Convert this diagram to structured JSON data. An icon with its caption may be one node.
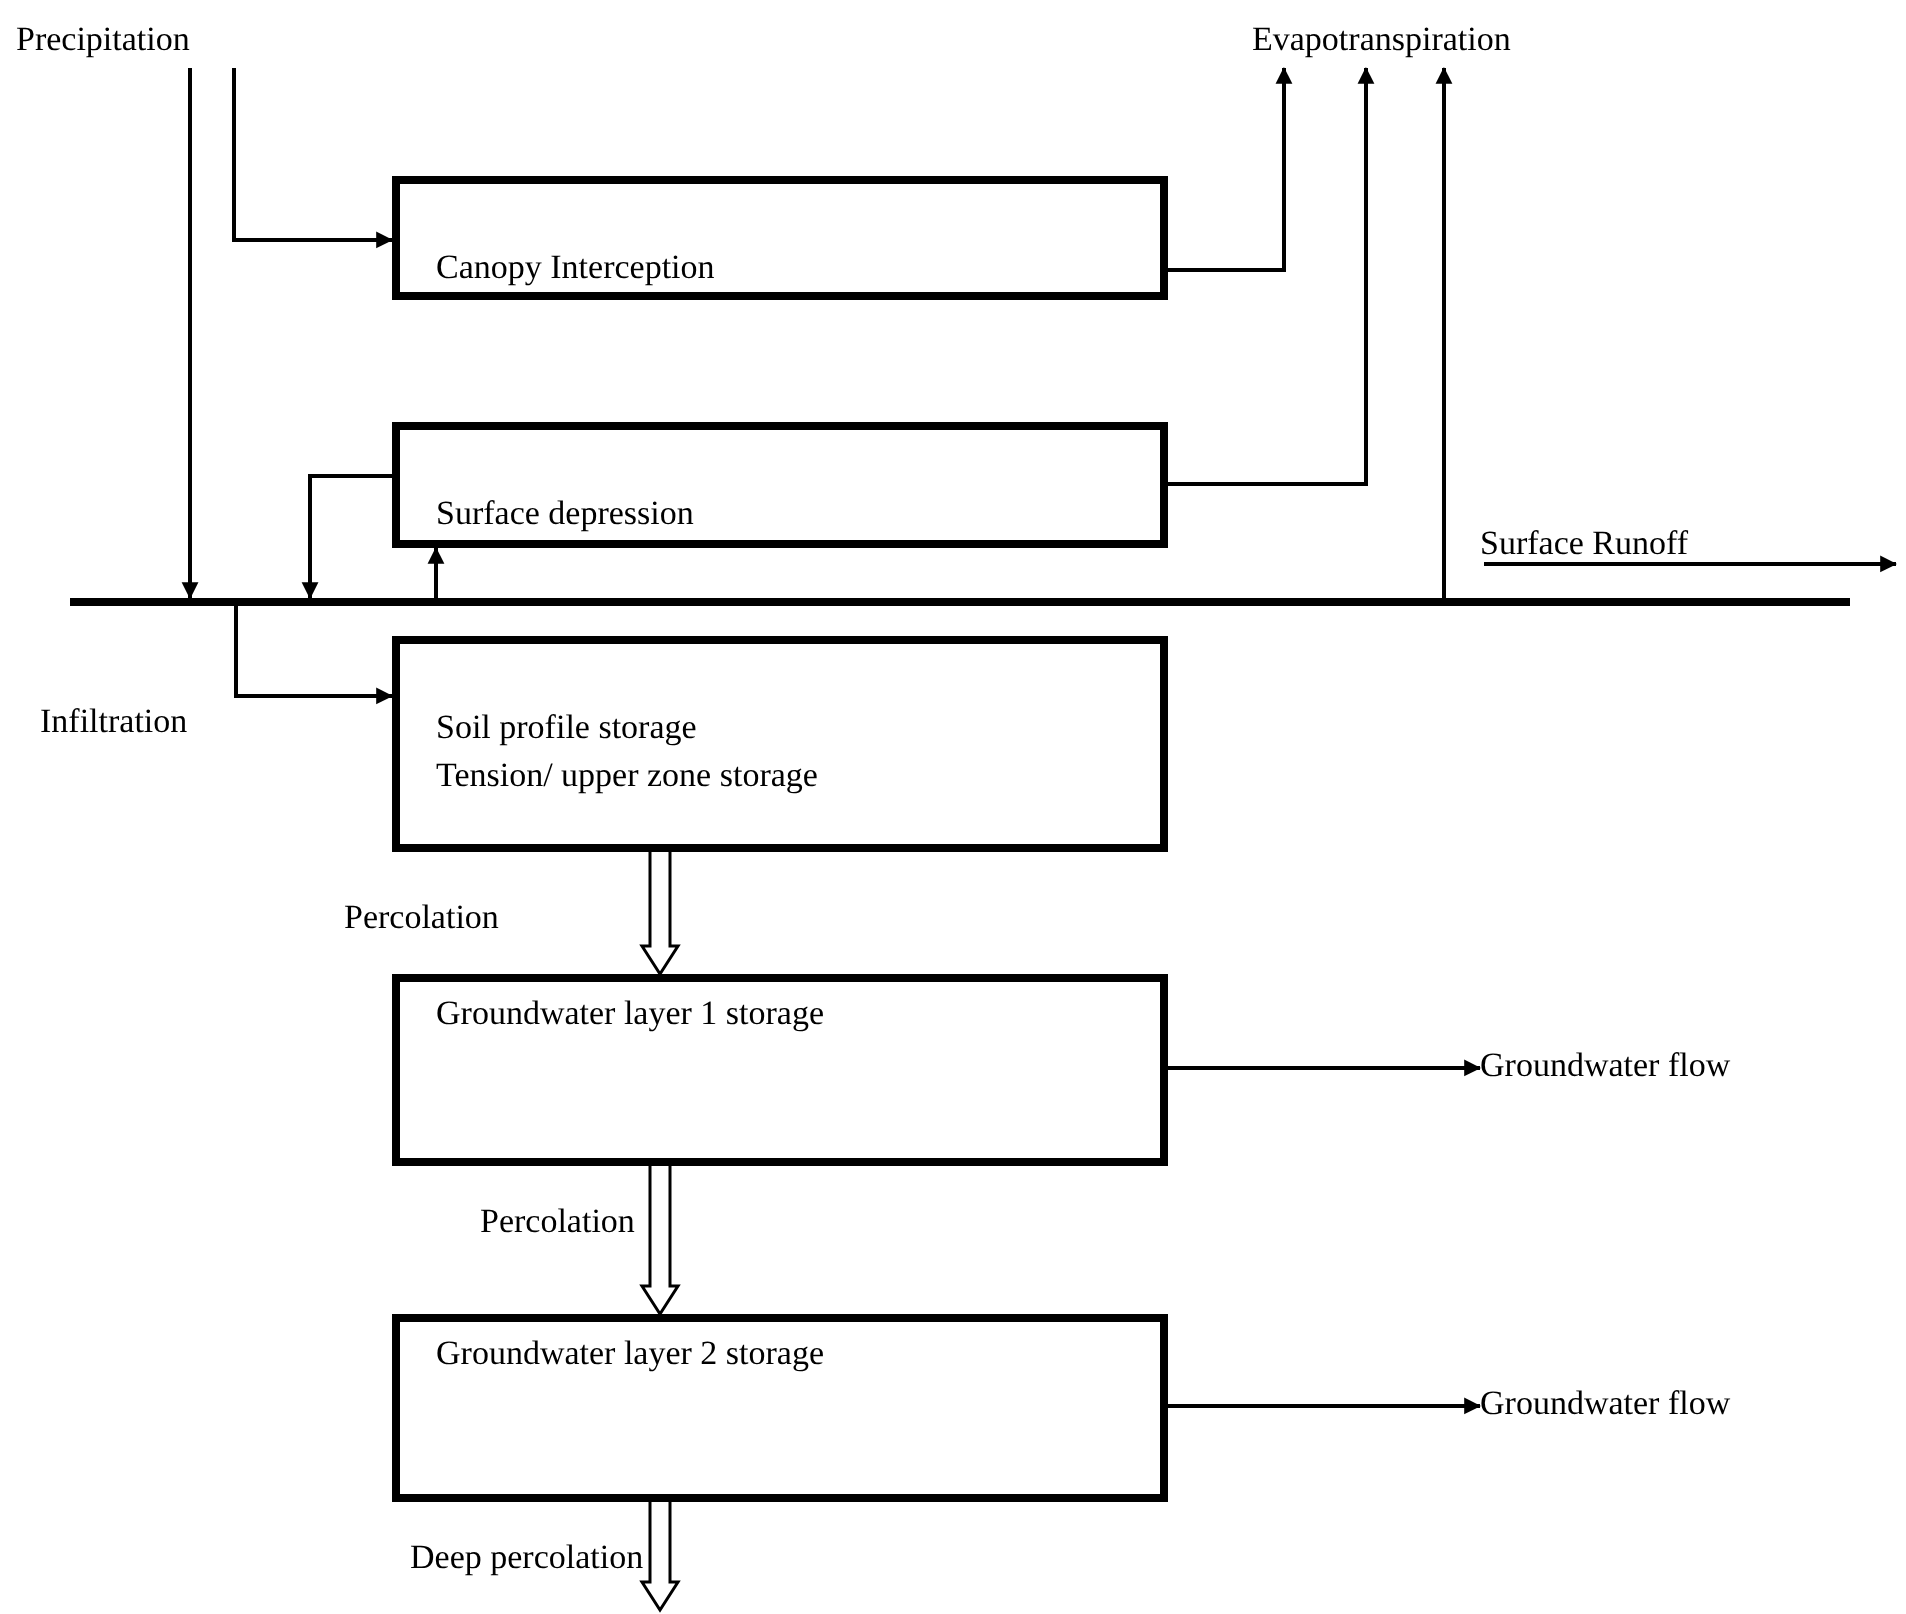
{
  "diagram": {
    "nodes": [
      {
        "text": [
          "Precipitation"
        ]
      },
      {
        "text": [
          "Evapotranspiration"
        ]
      },
      {
        "text": [
          "Canopy Interception"
        ]
      },
      {
        "text": [
          "Surface depression"
        ]
      },
      {
        "text": [
          "Soil profile storage",
          "Tension/ upper zone storage"
        ]
      },
      {
        "text": [
          "Groundwater layer 1 storage"
        ]
      },
      {
        "text": [
          "Groundwater layer 2 storage"
        ]
      },
      {
        "text": [
          "Groundwater flow"
        ]
      },
      {
        "text": [
          "Groundwater flow"
        ]
      },
      {
        "text": [
          "Surface Runoff"
        ]
      },
      {
        "text": [],
        "shape": "bar"
      }
    ],
    "edges": [
      {
        "from": 0,
        "to": 10,
        "arrow": "to"
      },
      {
        "from": 0,
        "to": 2,
        "arrow": "to"
      },
      {
        "from": 3,
        "to": 10,
        "arrow": "to"
      },
      {
        "from": 10,
        "to": 3,
        "arrow": "to"
      },
      {
        "from": 2,
        "to": 1,
        "arrow": "to"
      },
      {
        "from": 3,
        "to": 1,
        "arrow": "to"
      },
      {
        "from": 10,
        "to": 1,
        "arrow": "to"
      },
      {
        "from": 10,
        "to": 4,
        "arrow": "to",
        "label": "Infiltration"
      },
      {
        "from": 9,
        "to": null,
        "arrow": "to"
      },
      {
        "from": 4,
        "to": 5,
        "arrow": "to",
        "label": "Percolation",
        "style": "thick"
      },
      {
        "from": 5,
        "to": 6,
        "arrow": "to",
        "label": "Percolation",
        "style": "thick"
      },
      {
        "from": 6,
        "to": null,
        "arrow": "to",
        "label": "Deep percolation",
        "style": "thick"
      },
      {
        "from": 5,
        "to": 7,
        "arrow": "to"
      },
      {
        "from": 6,
        "to": 8,
        "arrow": "to"
      }
    ]
  }
}
